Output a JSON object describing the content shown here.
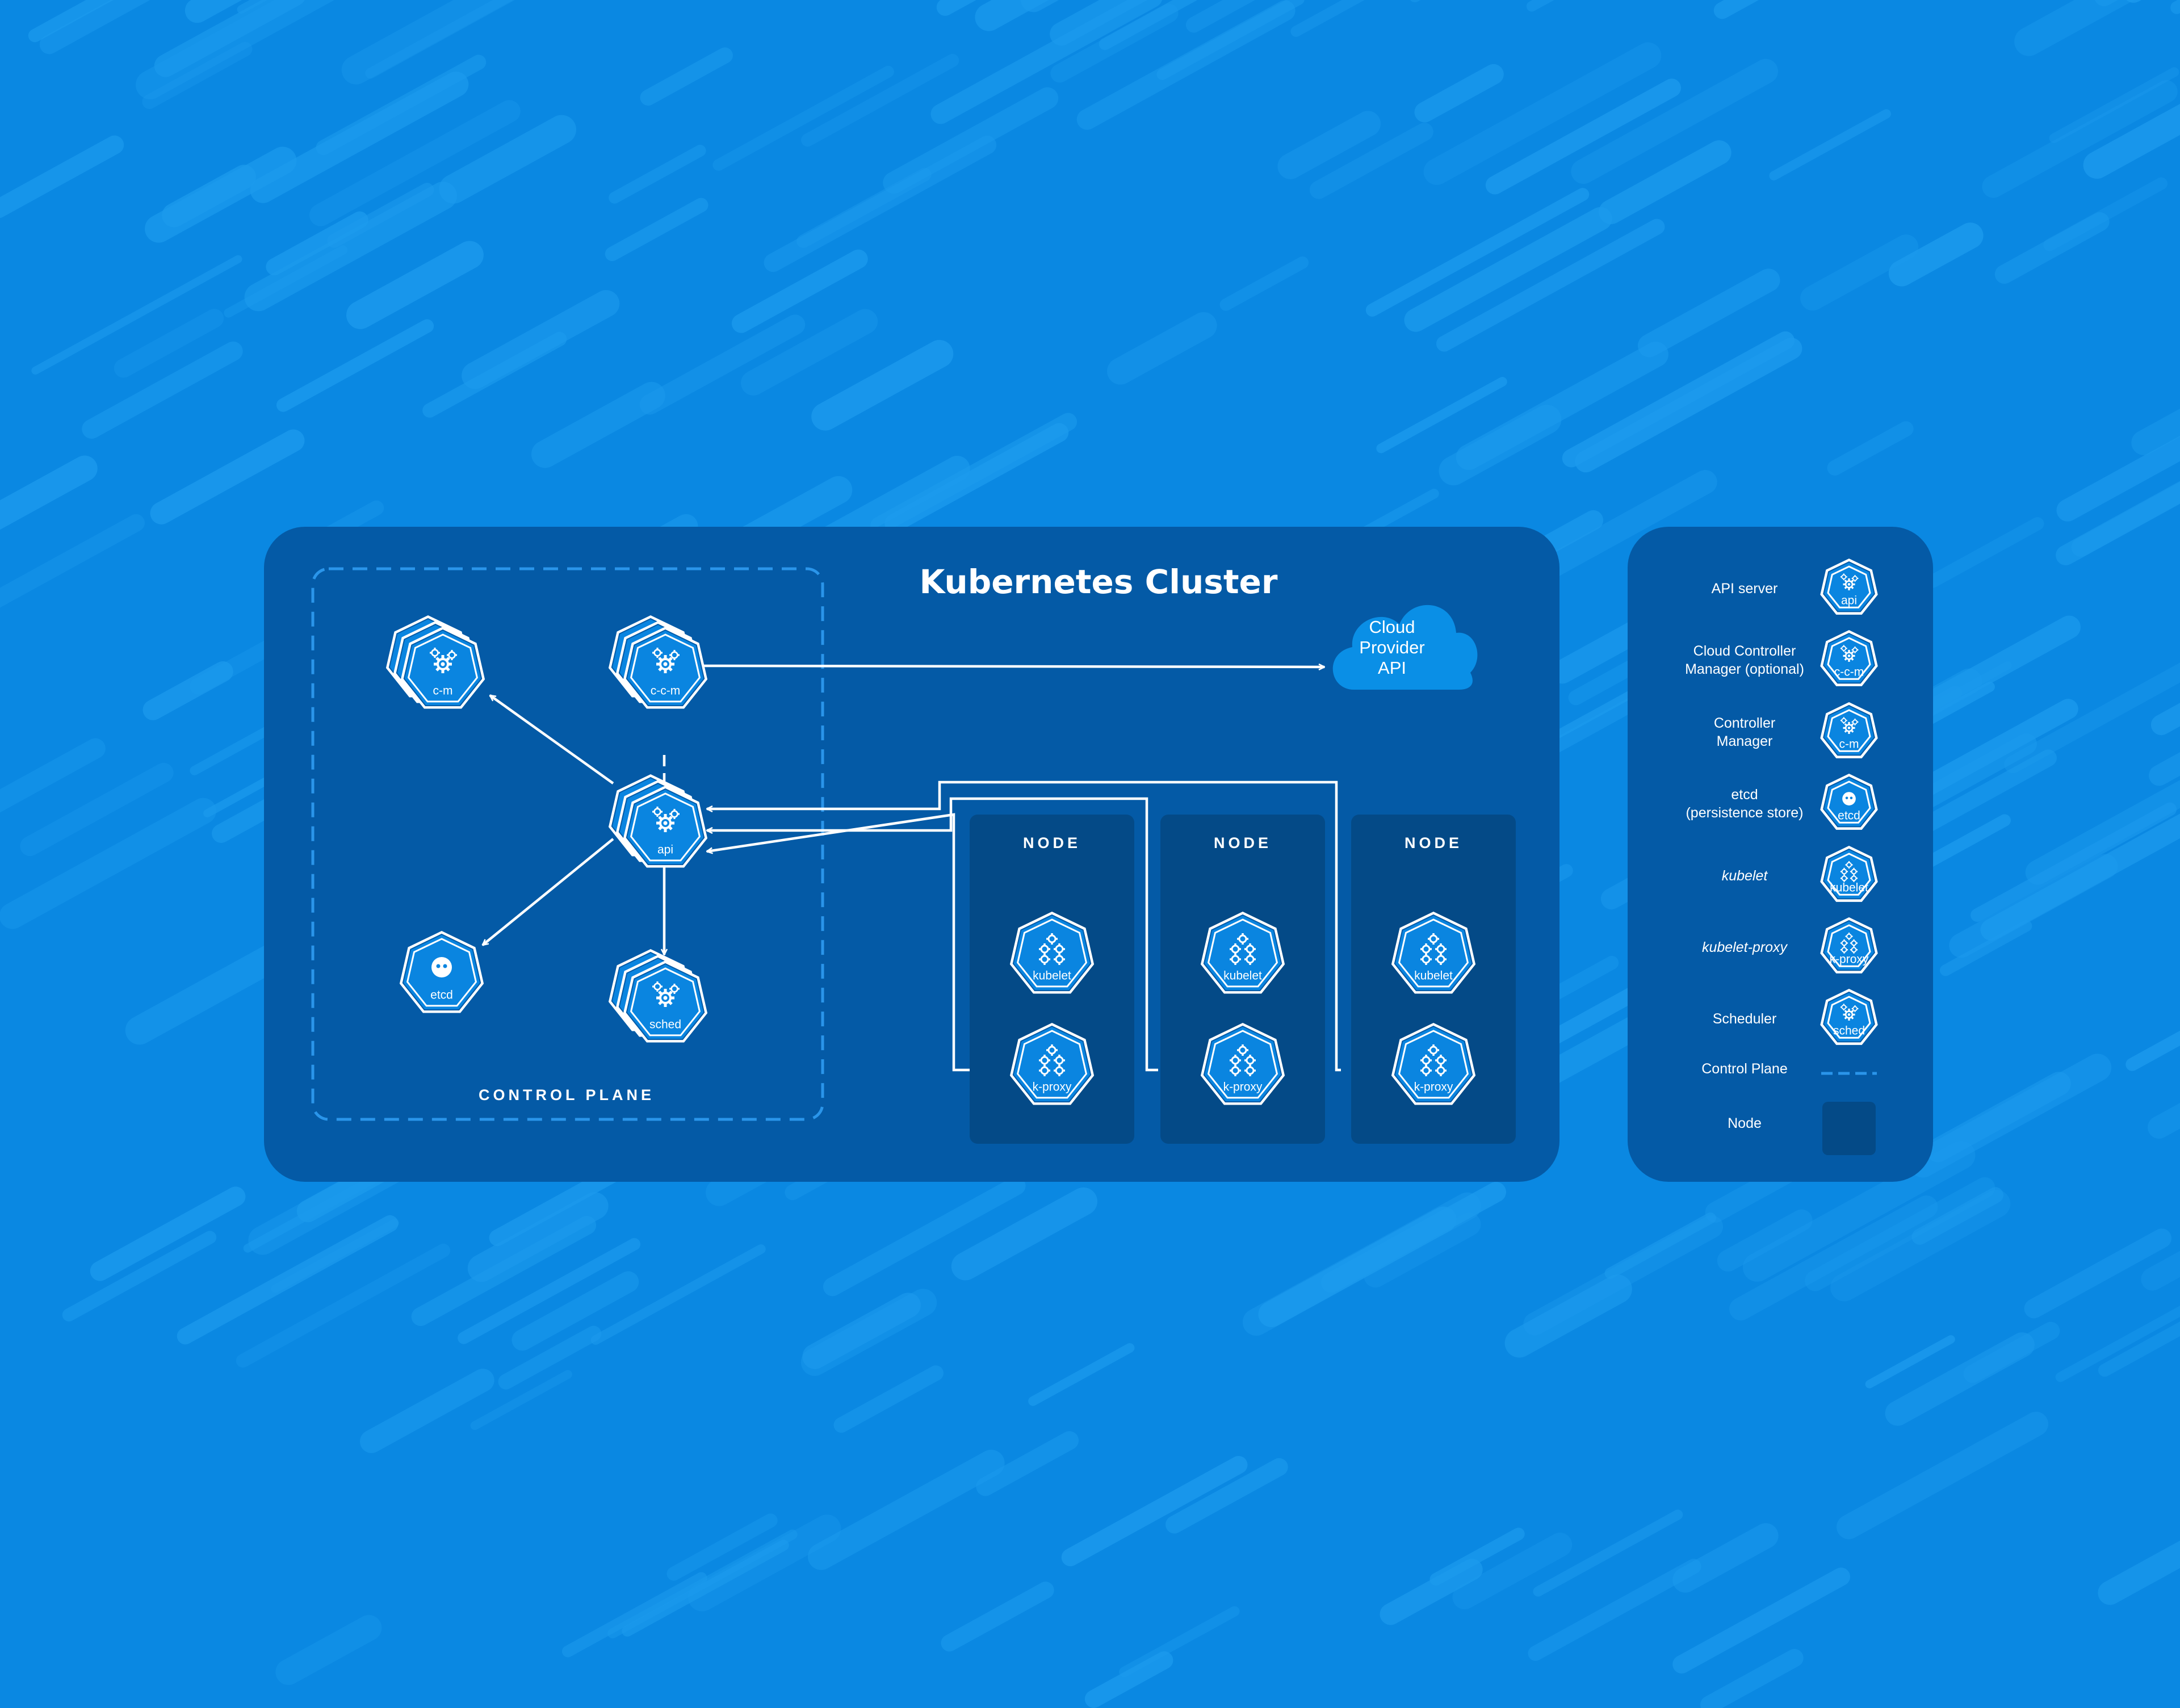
{
  "title": "Kubernetes Cluster",
  "cloud": {
    "lines": [
      "Cloud",
      "Provider",
      "API"
    ]
  },
  "control_plane": {
    "label": "CONTROL PLANE",
    "components": {
      "cm": "c-m",
      "ccm": "c-c-m",
      "api": "api",
      "etcd": "etcd",
      "sched": "sched"
    }
  },
  "nodes": [
    {
      "label": "NODE",
      "kubelet": "kubelet",
      "proxy": "k-proxy"
    },
    {
      "label": "NODE",
      "kubelet": "kubelet",
      "proxy": "k-proxy"
    },
    {
      "label": "NODE",
      "kubelet": "kubelet",
      "proxy": "k-proxy"
    }
  ],
  "legend": {
    "items": [
      {
        "lines": [
          "API server"
        ],
        "italic": false,
        "icon": "api"
      },
      {
        "lines": [
          "Cloud Controller",
          "Manager (optional)"
        ],
        "italic": false,
        "icon": "c-c-m"
      },
      {
        "lines": [
          "Controller",
          "Manager"
        ],
        "italic": false,
        "icon": "c-m"
      },
      {
        "lines": [
          "etcd",
          "(persistence store)"
        ],
        "italic": false,
        "icon": "etcd"
      },
      {
        "lines": [
          "kubelet"
        ],
        "italic": true,
        "icon": "kubelet"
      },
      {
        "lines": [
          "kubelet-proxy"
        ],
        "italic": true,
        "icon": "k-proxy"
      },
      {
        "lines": [
          "Scheduler"
        ],
        "italic": false,
        "icon": "sched"
      }
    ],
    "control_plane_label": "Control Plane",
    "node_label": "Node"
  },
  "colors": {
    "background": "#0a88e2",
    "background_streak": "#1c9bee",
    "cluster_panel": "#045aa6",
    "node_box": "#044a87",
    "icon_fill": "#0a85e0",
    "cloud": "#0a8fe6",
    "line": "#ffffff",
    "dashed_border": "#2a95ea"
  }
}
